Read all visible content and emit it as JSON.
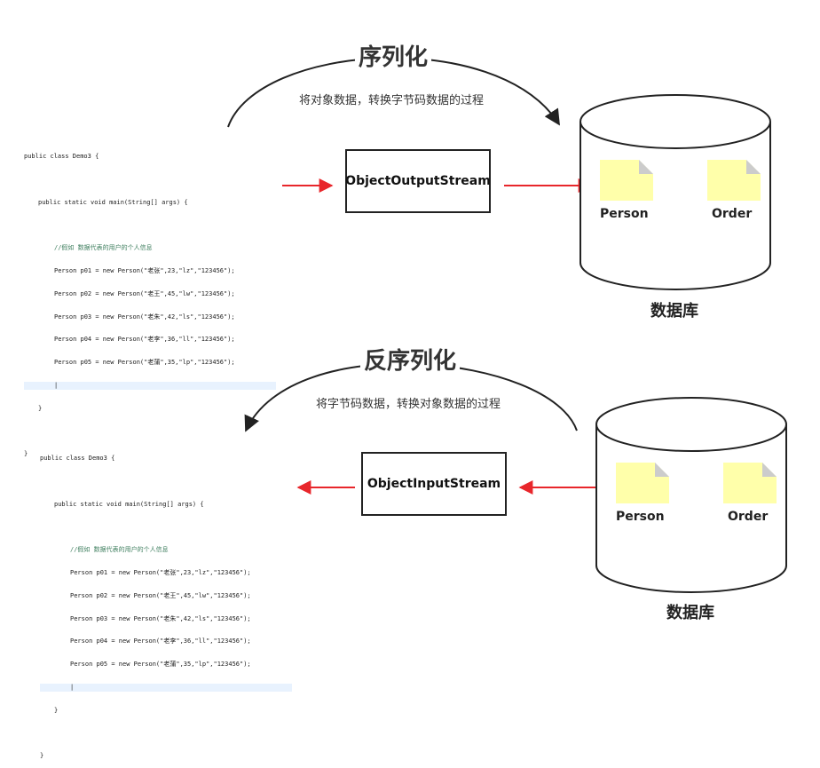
{
  "top": {
    "title": "序列化",
    "description": "将对象数据，转换字节码数据的过程",
    "stream_box": "ObjectOutputStream",
    "db_label": "数据库",
    "files": [
      "Person",
      "Order"
    ]
  },
  "bottom": {
    "title": "反序列化",
    "description": "将字节码数据，转换对象数据的过程",
    "stream_box": "ObjectInputStream",
    "db_label": "数据库",
    "files": [
      "Person",
      "Order"
    ]
  },
  "code": {
    "class_line": "public class Demo3 {",
    "main_line": "public static void main(String[] args) {",
    "comment": "//假如 数据代表的用户的个人信息",
    "lines": [
      "Person p01 = new Person(\"老张\",23,\"lz\",\"123456\");",
      "Person p02 = new Person(\"老王\",45,\"lw\",\"123456\");",
      "Person p03 = new Person(\"老朱\",42,\"ls\",\"123456\");",
      "Person p04 = new Person(\"老李\",36,\"ll\",\"123456\");",
      "Person p05 = new Person(\"老蒲\",35,\"lp\",\"123456\");"
    ],
    "close_inner": "}",
    "close_outer": "}"
  },
  "colors": {
    "arrow_red": "#e8262b",
    "note_yellow": "#ffffaa",
    "stroke": "#222222"
  }
}
